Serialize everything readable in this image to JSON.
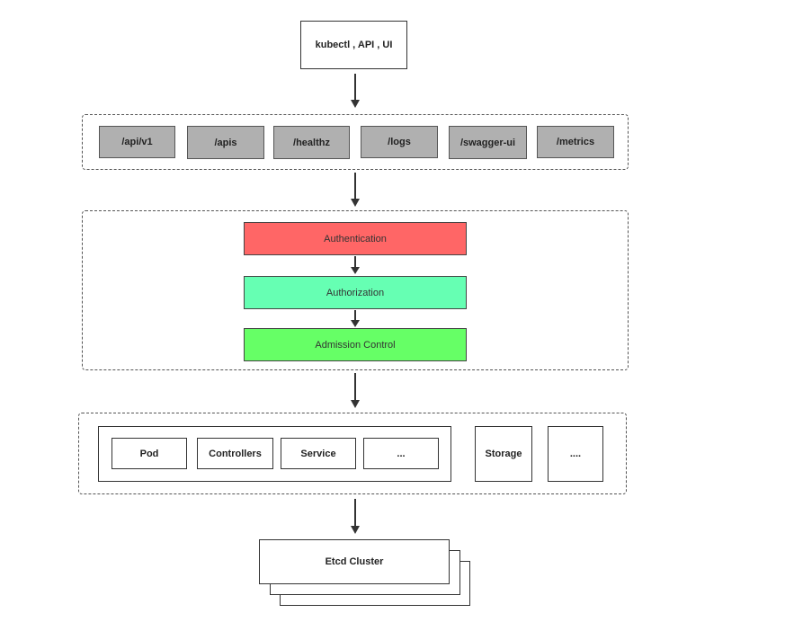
{
  "client": {
    "label": "kubectl , API , UI"
  },
  "endpoints": [
    "/api/v1",
    "/apis",
    "/healthz",
    "/logs",
    "/swagger-ui",
    "/metrics"
  ],
  "pipeline": {
    "authentication": "Authentication",
    "authorization": "Authorization",
    "admission": "Admission Control"
  },
  "resources": {
    "items": [
      "Pod",
      "Controllers",
      "Service",
      "..."
    ],
    "storage": "Storage",
    "more": "...."
  },
  "etcd": {
    "label": "Etcd Cluster"
  },
  "colors": {
    "authentication": "#ff6666",
    "authorization": "#66ffb3",
    "admission": "#66ff66",
    "endpoint_fill": "#b0b0b0"
  }
}
